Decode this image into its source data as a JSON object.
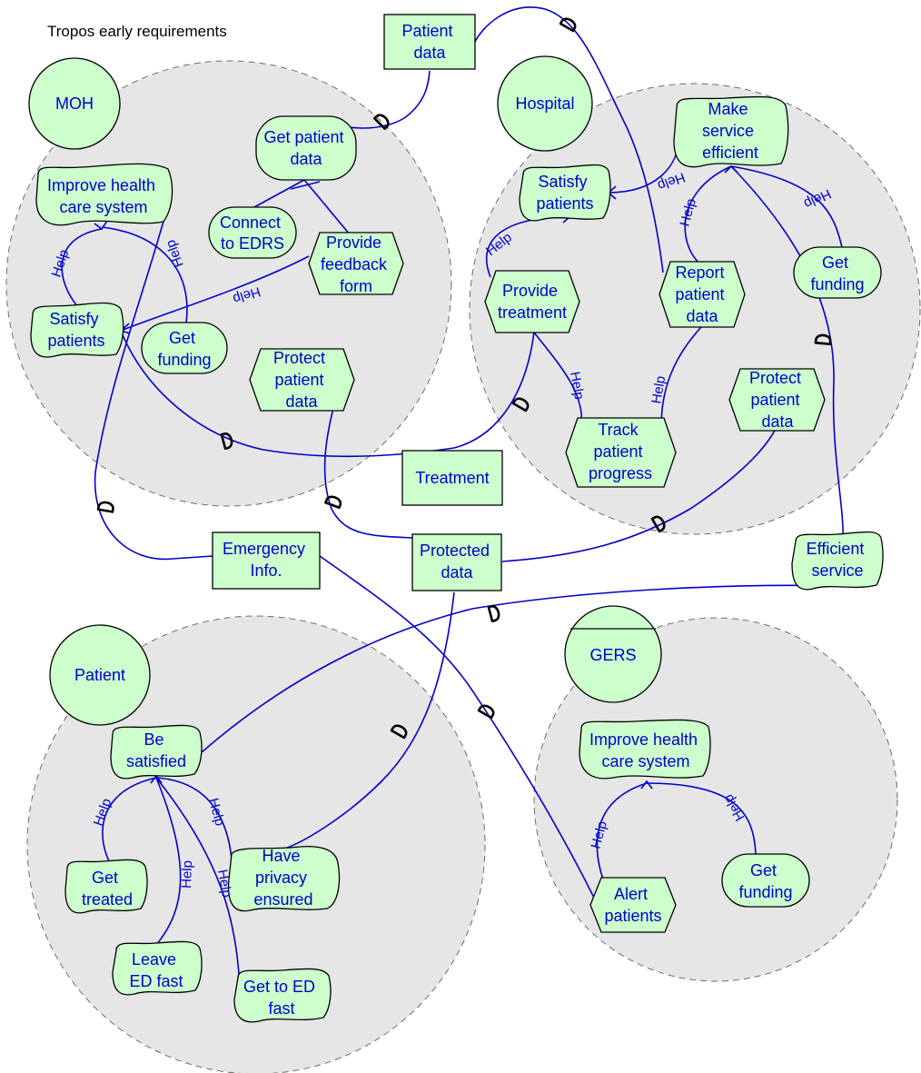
{
  "title": "Tropos early requirements",
  "actors": {
    "moh": "MOH",
    "hospital": "Hospital",
    "patient": "Patient",
    "gers": "GERS"
  },
  "nodes": {
    "moh_improve": [
      "Improve health",
      "care system"
    ],
    "moh_get_patient_data": [
      "Get patient",
      "data"
    ],
    "moh_connect_edrs": [
      "Connect",
      "to EDRS"
    ],
    "moh_feedback": [
      "Provide",
      "feedback",
      "form"
    ],
    "moh_satisfy": [
      "Satisfy",
      "patients"
    ],
    "moh_funding": [
      "Get",
      "funding"
    ],
    "moh_protect": [
      "Protect",
      "patient",
      "data"
    ],
    "hosp_efficient": [
      "Make",
      "service",
      "efficient"
    ],
    "hosp_satisfy": [
      "Satisfy",
      "patients"
    ],
    "hosp_treatment": [
      "Provide",
      "treatment"
    ],
    "hosp_report": [
      "Report",
      "patient",
      "data"
    ],
    "hosp_funding": [
      "Get",
      "funding"
    ],
    "hosp_protect": [
      "Protect",
      "patient",
      "data"
    ],
    "hosp_track": [
      "Track",
      "patient",
      "progress"
    ],
    "dep_patient_data": [
      "Patient",
      "data"
    ],
    "dep_treatment": [
      "Treatment"
    ],
    "dep_emergency": [
      "Emergency",
      "Info."
    ],
    "dep_protected": [
      "Protected",
      "data"
    ],
    "dep_efficient": [
      "Efficient",
      "service"
    ],
    "pat_satisfied": [
      "Be",
      "satisfied"
    ],
    "pat_treated": [
      "Get",
      "treated"
    ],
    "pat_privacy": [
      "Have",
      "privacy",
      "ensured"
    ],
    "pat_leave": [
      "Leave",
      "ED fast"
    ],
    "pat_get_to": [
      "Get to ED",
      "fast"
    ],
    "gers_improve": [
      "Improve health",
      "care system"
    ],
    "gers_alert": [
      "Alert",
      "patients"
    ],
    "gers_funding": [
      "Get",
      "funding"
    ]
  },
  "link_labels": {
    "help": "Help",
    "dependency": "D"
  },
  "colors": {
    "node_fill": "#ccffcc",
    "boundary_fill": "#e6e6e6",
    "link": "#0000cc",
    "label": "#0000cc"
  }
}
